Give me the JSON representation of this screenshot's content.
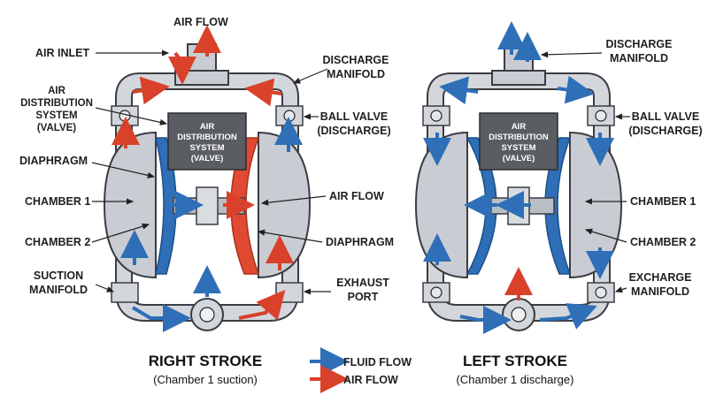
{
  "labels": {
    "air_flow_top": "AIR FLOW",
    "air_inlet": "AIR INLET",
    "air_dist_1": "AIR",
    "air_dist_2": "DISTRIBUTION",
    "air_dist_3": "SYSTEM",
    "air_dist_4": "(VALVE)",
    "diaphragm_left": "DIAPHRAGM",
    "chamber1_left": "CHAMBER 1",
    "chamber2_left": "CHAMBER 2",
    "suction_1": "SUCTION",
    "suction_2": "MANIFOLD",
    "discharge_manifold_1_1": "DISCHARGE",
    "discharge_manifold_1_2": "MANIFOLD",
    "ball_valve_1_1": "BALL VALVE",
    "ball_valve_1_2": "(DISCHARGE)",
    "air_flow_mid": "AIR FLOW",
    "diaphragm_mid": "DIAPHRAGM",
    "exhaust_1": "EXHAUST",
    "exhaust_2": "PORT",
    "discharge_manifold_2_1": "DISCHARGE",
    "discharge_manifold_2_2": "MANIFOLD",
    "ball_valve_2_1": "BALL VALVE",
    "ball_valve_2_2": "(DISCHARGE)",
    "chamber1_right": "CHAMBER 1",
    "chamber2_right": "CHAMBER 2",
    "exchange_1": "EXCHARGE",
    "exchange_2": "MANIFOLD"
  },
  "valve_box": {
    "line1": "AIR",
    "line2": "DISTRIBUTION",
    "line3": "SYSTEM",
    "line4": "(VALVE)"
  },
  "captions": {
    "right_stroke_title": "RIGHT STROKE",
    "right_stroke_sub": "(Chamber 1 suction)",
    "left_stroke_title": "LEFT STROKE",
    "left_stroke_sub": "(Chamber 1 discharge)"
  },
  "legend": {
    "fluid_flow": "FLUID FLOW",
    "air_flow": "AIR FLOW"
  },
  "colors": {
    "fluid_flow": "#2e6fb7",
    "air_flow": "#d9412b",
    "body": "#c9cdd3",
    "valve_box": "#5a5d62"
  }
}
